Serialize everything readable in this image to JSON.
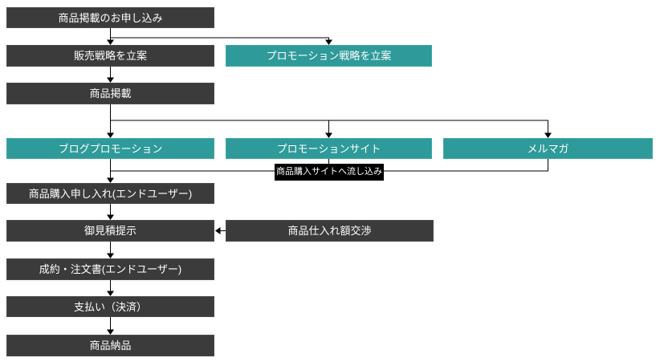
{
  "diagram": {
    "colors": {
      "dark_box": "#3b3b3b",
      "teal_box": "#2e9a99",
      "label_box": "#000000",
      "text": "#ffffff",
      "line": "#000000"
    },
    "nodes": {
      "application": {
        "label": "商品掲載のお申し込み"
      },
      "sales_strategy": {
        "label": "販売戦略を立案"
      },
      "promotion_strategy": {
        "label": "プロモーション戦略を立案"
      },
      "product_listing": {
        "label": "商品掲載"
      },
      "blog_promotion": {
        "label": "ブログプロモーション"
      },
      "promotion_site": {
        "label": "プロモーションサイト"
      },
      "mail_magazine": {
        "label": "メルマガ"
      },
      "funnel_note": {
        "label": "商品購入サイトへ流し込み"
      },
      "purchase_request": {
        "label": "商品購入申し入れ(エンドユーザー)"
      },
      "quotation": {
        "label": "御見積提示"
      },
      "price_negotiation": {
        "label": "商品仕入れ額交渉"
      },
      "contract_order": {
        "label": "成約・注文書(エンドユーザー)"
      },
      "payment": {
        "label": "支払い（決済）"
      },
      "delivery": {
        "label": "商品納品"
      }
    }
  }
}
